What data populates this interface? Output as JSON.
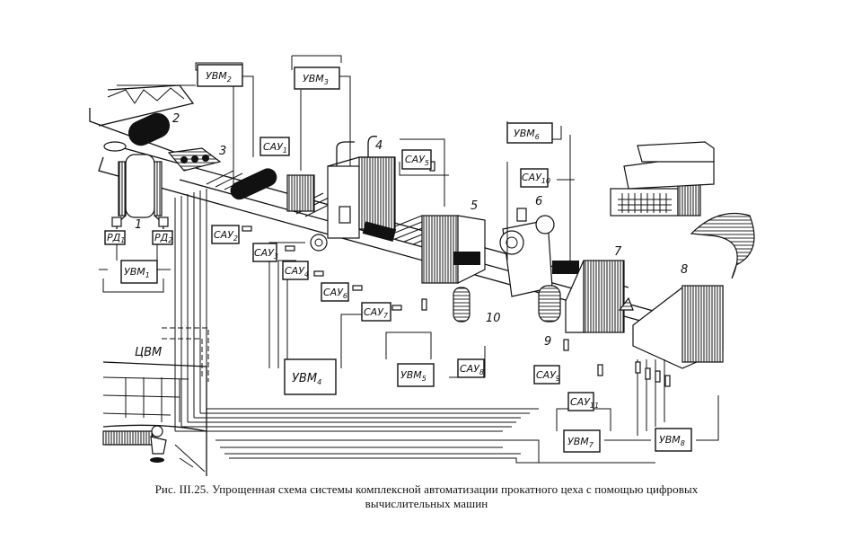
{
  "figure": {
    "caption_line1": "Рис. III.25. Упрощенная схема системы комплексной автоматизации прокатного цеха с помощью цифровых",
    "caption_line2": "вычислительных машин",
    "computer_center_label": "ЦВМ"
  },
  "blocks": {
    "uvm1": {
      "base": "УВМ",
      "sub": "1"
    },
    "uvm2": {
      "base": "УВМ",
      "sub": "2"
    },
    "uvm3": {
      "base": "УВМ",
      "sub": "3"
    },
    "uvm4": {
      "base": "УВМ",
      "sub": "4"
    },
    "uvm5": {
      "base": "УВМ",
      "sub": "5"
    },
    "uvm6": {
      "base": "УВМ",
      "sub": "6"
    },
    "uvm7": {
      "base": "УВМ",
      "sub": "7"
    },
    "uvm8": {
      "base": "УВМ",
      "sub": "8"
    },
    "sau1": {
      "base": "САУ",
      "sub": "1"
    },
    "sau2": {
      "base": "САУ",
      "sub": "2"
    },
    "sau3": {
      "base": "САУ",
      "sub": "3"
    },
    "sau4": {
      "base": "САУ",
      "sub": "4"
    },
    "sau5": {
      "base": "САУ",
      "sub": "5"
    },
    "sau6": {
      "base": "САУ",
      "sub": "6"
    },
    "sau7": {
      "base": "САУ",
      "sub": "7"
    },
    "sau8": {
      "base": "САУ",
      "sub": "8"
    },
    "sau9": {
      "base": "САУ",
      "sub": "9"
    },
    "sau10": {
      "base": "САУ",
      "sub": "10"
    },
    "sau11": {
      "base": "САУ",
      "sub": "11"
    },
    "rd1": {
      "base": "РД",
      "sub": "1"
    },
    "rd2": {
      "base": "РД",
      "sub": "2"
    }
  },
  "equipment_numbers": {
    "n1": "1",
    "n2": "2",
    "n3": "3",
    "n4": "4",
    "n5": "5",
    "n6": "6",
    "n7": "7",
    "n8": "8",
    "n9": "9",
    "n10": "10"
  }
}
